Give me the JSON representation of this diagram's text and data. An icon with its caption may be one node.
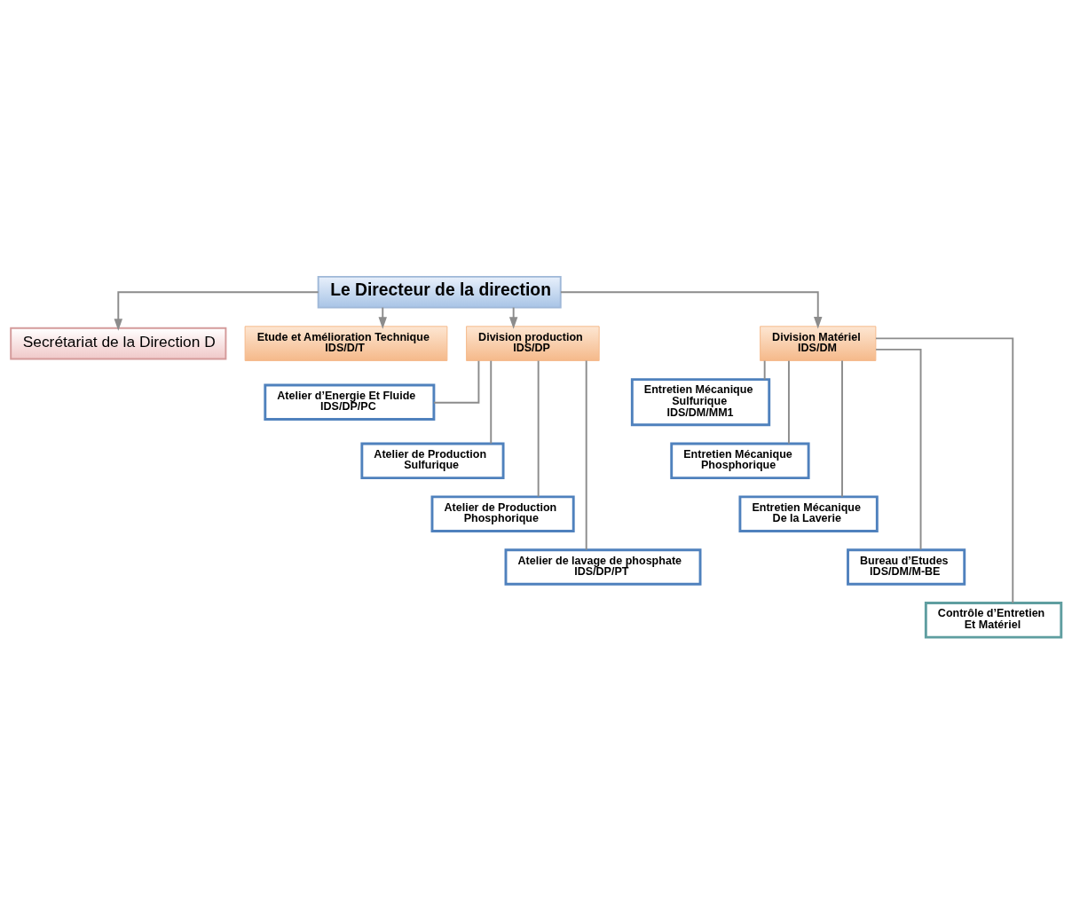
{
  "diagram": {
    "nodes": [
      {
        "text": [
          "Le Directeur de la direction"
        ]
      },
      {
        "text": [
          "Secrétariat de la Direction D"
        ]
      },
      {
        "text": [
          "Etude et Amélioration Technique",
          "IDS/D/T"
        ]
      },
      {
        "text": [
          "Division production",
          "IDS/DP"
        ]
      },
      {
        "text": [
          "Division Matériel",
          "IDS/DM"
        ]
      },
      {
        "text": [
          "Atelier d’Energie Et Fluide",
          "IDS/DP/PC"
        ]
      },
      {
        "text": [
          "Atelier de Production",
          "Sulfurique"
        ]
      },
      {
        "text": [
          "Atelier de Production",
          "Phosphorique"
        ]
      },
      {
        "text": [
          "Atelier de lavage de phosphate",
          "IDS/DP/PT"
        ]
      },
      {
        "text": [
          "Entretien Mécanique",
          "Sulfurique",
          "IDS/DM/MM1"
        ]
      },
      {
        "text": [
          "Entretien Mécanique",
          "Phosphorique"
        ]
      },
      {
        "text": [
          "Entretien Mécanique",
          "De la Laverie"
        ]
      },
      {
        "text": [
          "Bureau d’Etudes",
          "IDS/DM/M-BE"
        ]
      },
      {
        "text": [
          "Contrôle d’Entretien",
          "Et Matériel"
        ]
      }
    ],
    "edges": [
      {
        "from": 0,
        "to": 1,
        "arrow": "to"
      },
      {
        "from": 0,
        "to": 2,
        "arrow": "to"
      },
      {
        "from": 0,
        "to": 3,
        "arrow": "to"
      },
      {
        "from": 0,
        "to": 4,
        "arrow": "to"
      },
      {
        "from": 3,
        "to": 5,
        "arrow": "none"
      },
      {
        "from": 3,
        "to": 6,
        "arrow": "none"
      },
      {
        "from": 3,
        "to": 7,
        "arrow": "none"
      },
      {
        "from": 3,
        "to": 8,
        "arrow": "none"
      },
      {
        "from": 4,
        "to": 9,
        "arrow": "none"
      },
      {
        "from": 4,
        "to": 10,
        "arrow": "none"
      },
      {
        "from": 4,
        "to": 11,
        "arrow": "none"
      },
      {
        "from": 4,
        "to": 12,
        "arrow": "none"
      },
      {
        "from": 4,
        "to": 13,
        "arrow": "none"
      }
    ]
  }
}
